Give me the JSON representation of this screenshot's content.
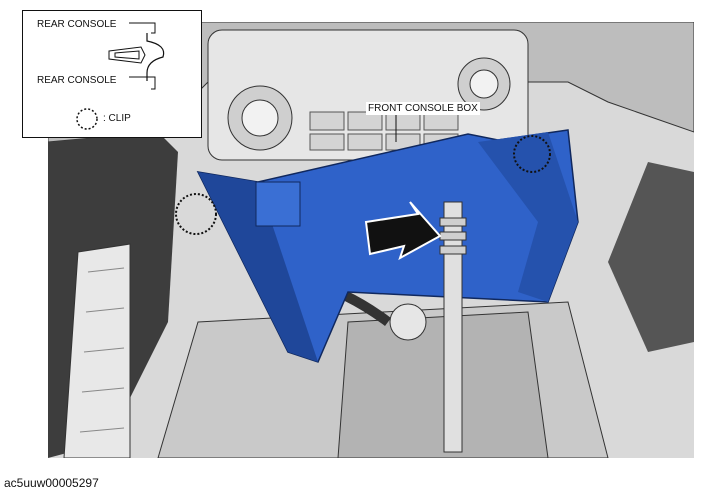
{
  "inset": {
    "label_top": "REAR CONSOLE",
    "label_bottom": "REAR CONSOLE",
    "legend_clip": ": CLIP"
  },
  "callout": {
    "front_console_box": "FRONT CONSOLE BOX"
  },
  "figure_code": "ac5uuw00005297",
  "colors": {
    "highlight_part": "#2f62c9",
    "background_parts": "#d9d9d9",
    "outline": "#111111"
  }
}
